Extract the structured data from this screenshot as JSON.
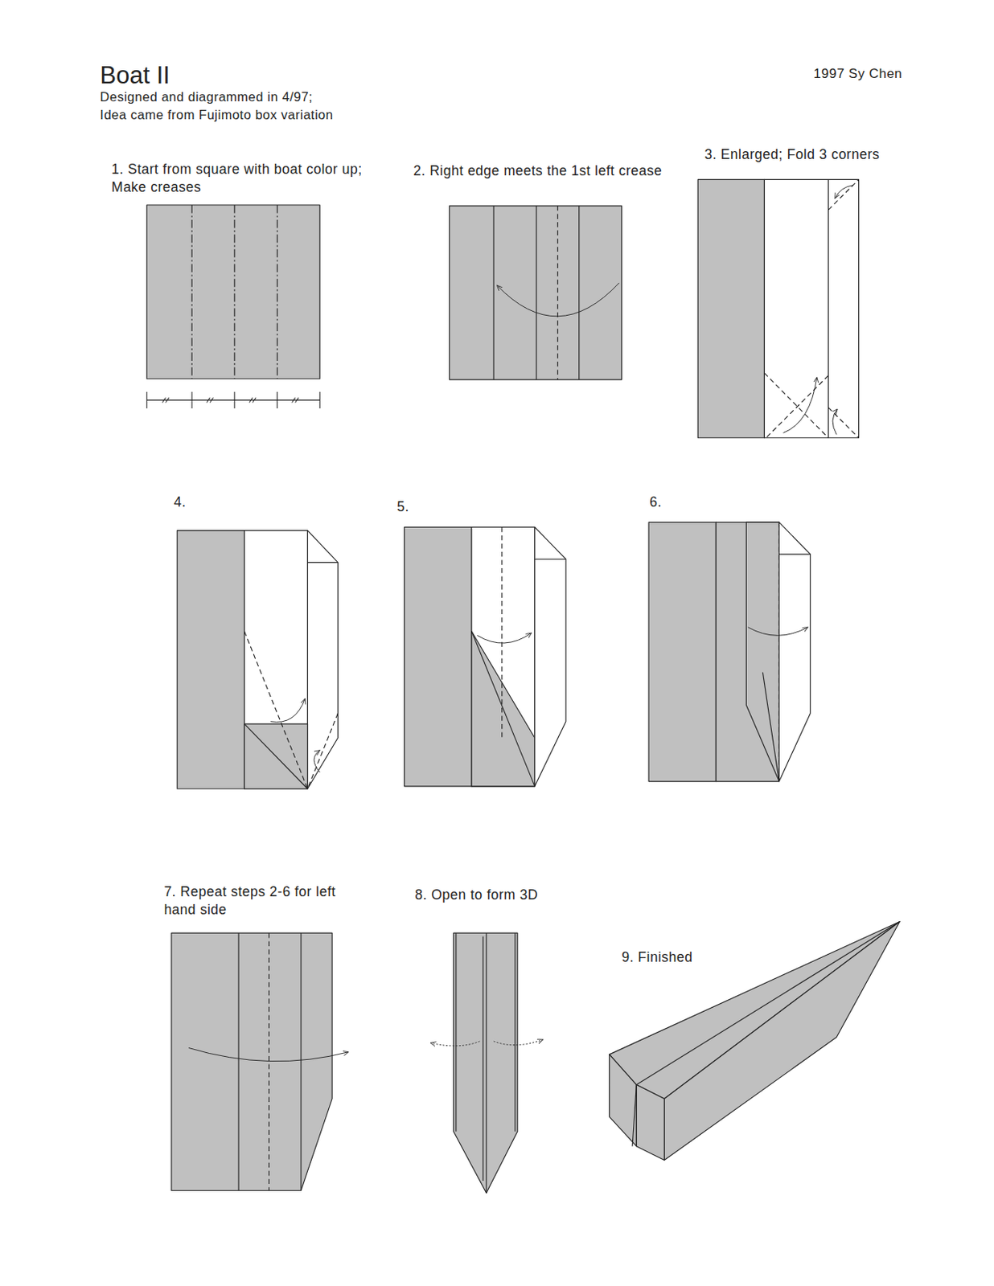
{
  "diagram": {
    "title": "Boat II",
    "labels": [
      "Designed and diagrammed in 4/97;",
      "Idea came from Fujimoto box variation",
      "1997 Sy Chen",
      "1. Start from square with boat color up; Make creases",
      "2. Right edge meets the 1st left crease",
      "3. Enlarged; Fold 3 corners",
      "4.",
      "5.",
      "6.",
      "7. Repeat steps 2-6 for left hand side",
      "8. Open to form 3D",
      "9. Finished"
    ]
  }
}
